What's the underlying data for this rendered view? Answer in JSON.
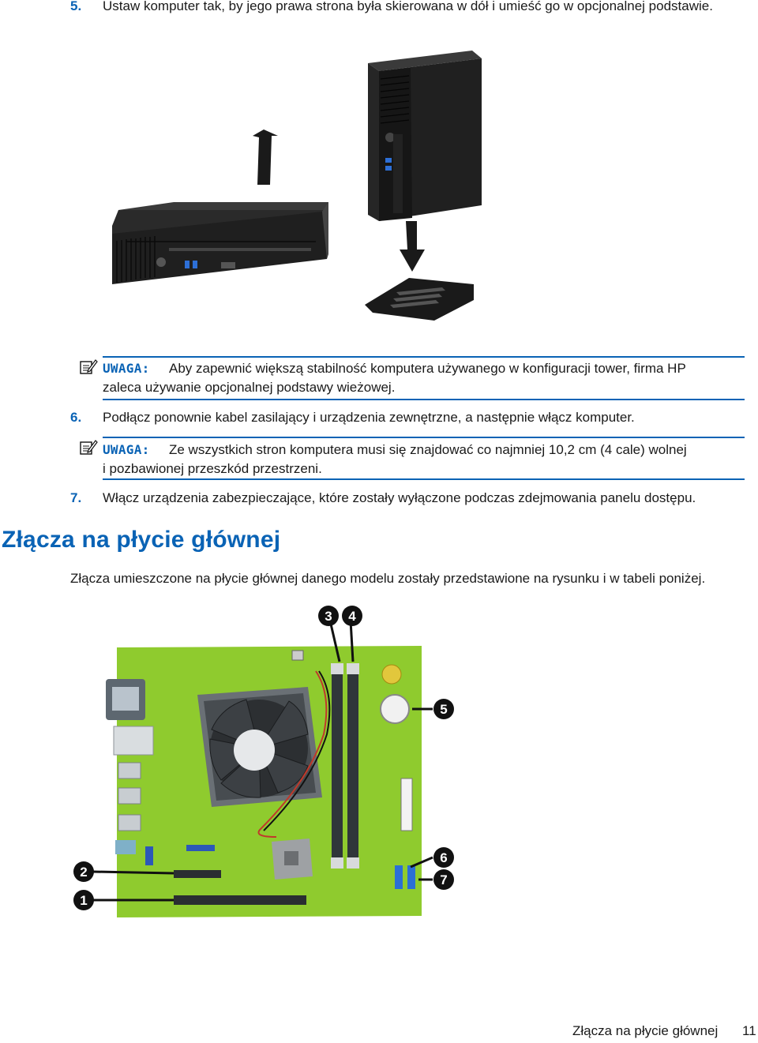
{
  "steps": {
    "s5": {
      "num": "5.",
      "text": "Ustaw komputer tak, by jego prawa strona była skierowana w dół i umieść go w opcjonalnej podstawie."
    },
    "s6": {
      "num": "6.",
      "text": "Podłącz ponownie kabel zasilający i urządzenia zewnętrzne, a następnie włącz komputer."
    },
    "s7": {
      "num": "7.",
      "text": "Włącz urządzenia zabezpieczające, które zostały wyłączone podczas zdejmowania panelu dostępu."
    }
  },
  "notes": {
    "n1": {
      "label": "UWAGA:",
      "line1": "Aby zapewnić większą stabilność komputera używanego w konfiguracji tower, firma HP",
      "line2": "zaleca używanie opcjonalnej podstawy wieżowej."
    },
    "n2": {
      "label": "UWAGA:",
      "line1": "Ze wszystkich stron komputera musi się znajdować co najmniej 10,2 cm (4 cale) wolnej",
      "line2": "i pozbawionej przeszkód przestrzeni."
    }
  },
  "section": {
    "heading": "Złącza na płycie głównej",
    "intro": "Złącza umieszczone na płycie głównej danego modelu zostały przedstawione na rysunku i w tabeli poniżej."
  },
  "figure": {
    "callouts": [
      "1",
      "2",
      "3",
      "4",
      "5",
      "6",
      "7"
    ]
  },
  "footer": {
    "section_title": "Złącza na płycie głównej",
    "page_number": "11"
  },
  "colors": {
    "accent": "#0a63b5",
    "board": "#8fcb2e"
  }
}
